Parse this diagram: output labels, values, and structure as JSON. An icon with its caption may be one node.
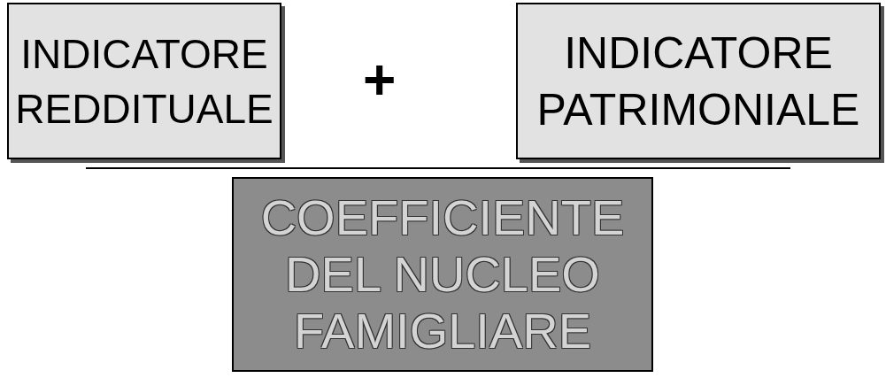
{
  "diagram": {
    "nodes": [
      {
        "text": [
          "INDICATORE REDDITUALE"
        ]
      },
      {
        "text": [
          "INDICATORE PATRIMONIALE"
        ]
      },
      {
        "text": [
          "COEFFICIENTE DEL NUCLEO FAMIGLIARE"
        ]
      }
    ],
    "labels": [
      "+"
    ]
  }
}
